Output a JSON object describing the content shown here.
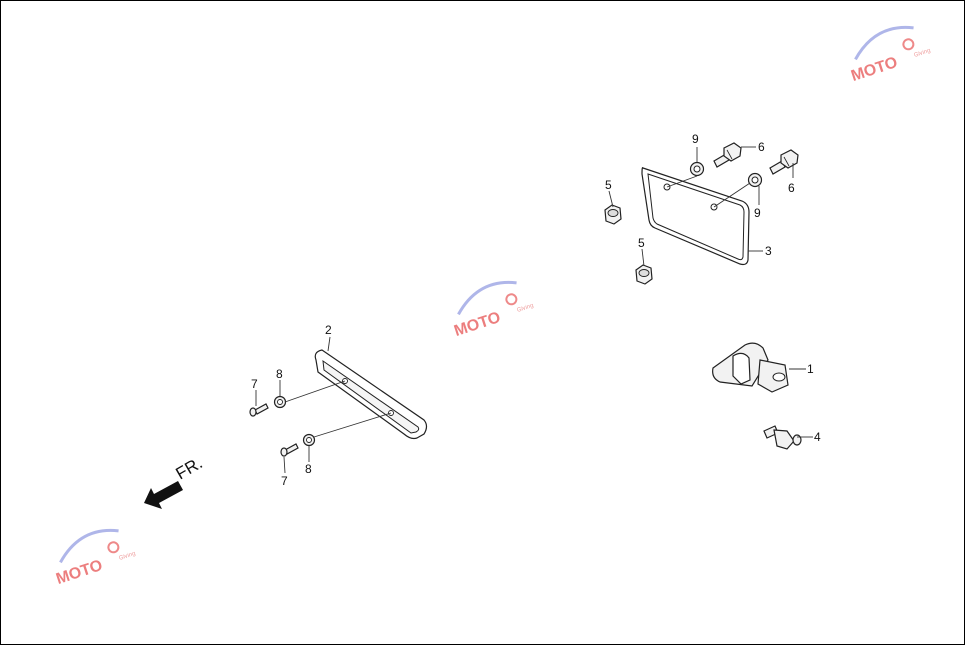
{
  "callouts": {
    "c1": "1",
    "c2": "2",
    "c3": "3",
    "c4": "4",
    "c5a": "5",
    "c5b": "5",
    "c6a": "6",
    "c6b": "6",
    "c7a": "7",
    "c7b": "7",
    "c8a": "8",
    "c8b": "8",
    "c9a": "9",
    "c9b": "9"
  },
  "direction_label": "FR.",
  "watermark": {
    "logo_text": "MOTO",
    "sub_text": "Giving"
  },
  "colors": {
    "line": "#222222",
    "part_fill": "#f2f2f2",
    "watermark_red": "#e23a3a",
    "watermark_blue": "#6f7bd6"
  }
}
